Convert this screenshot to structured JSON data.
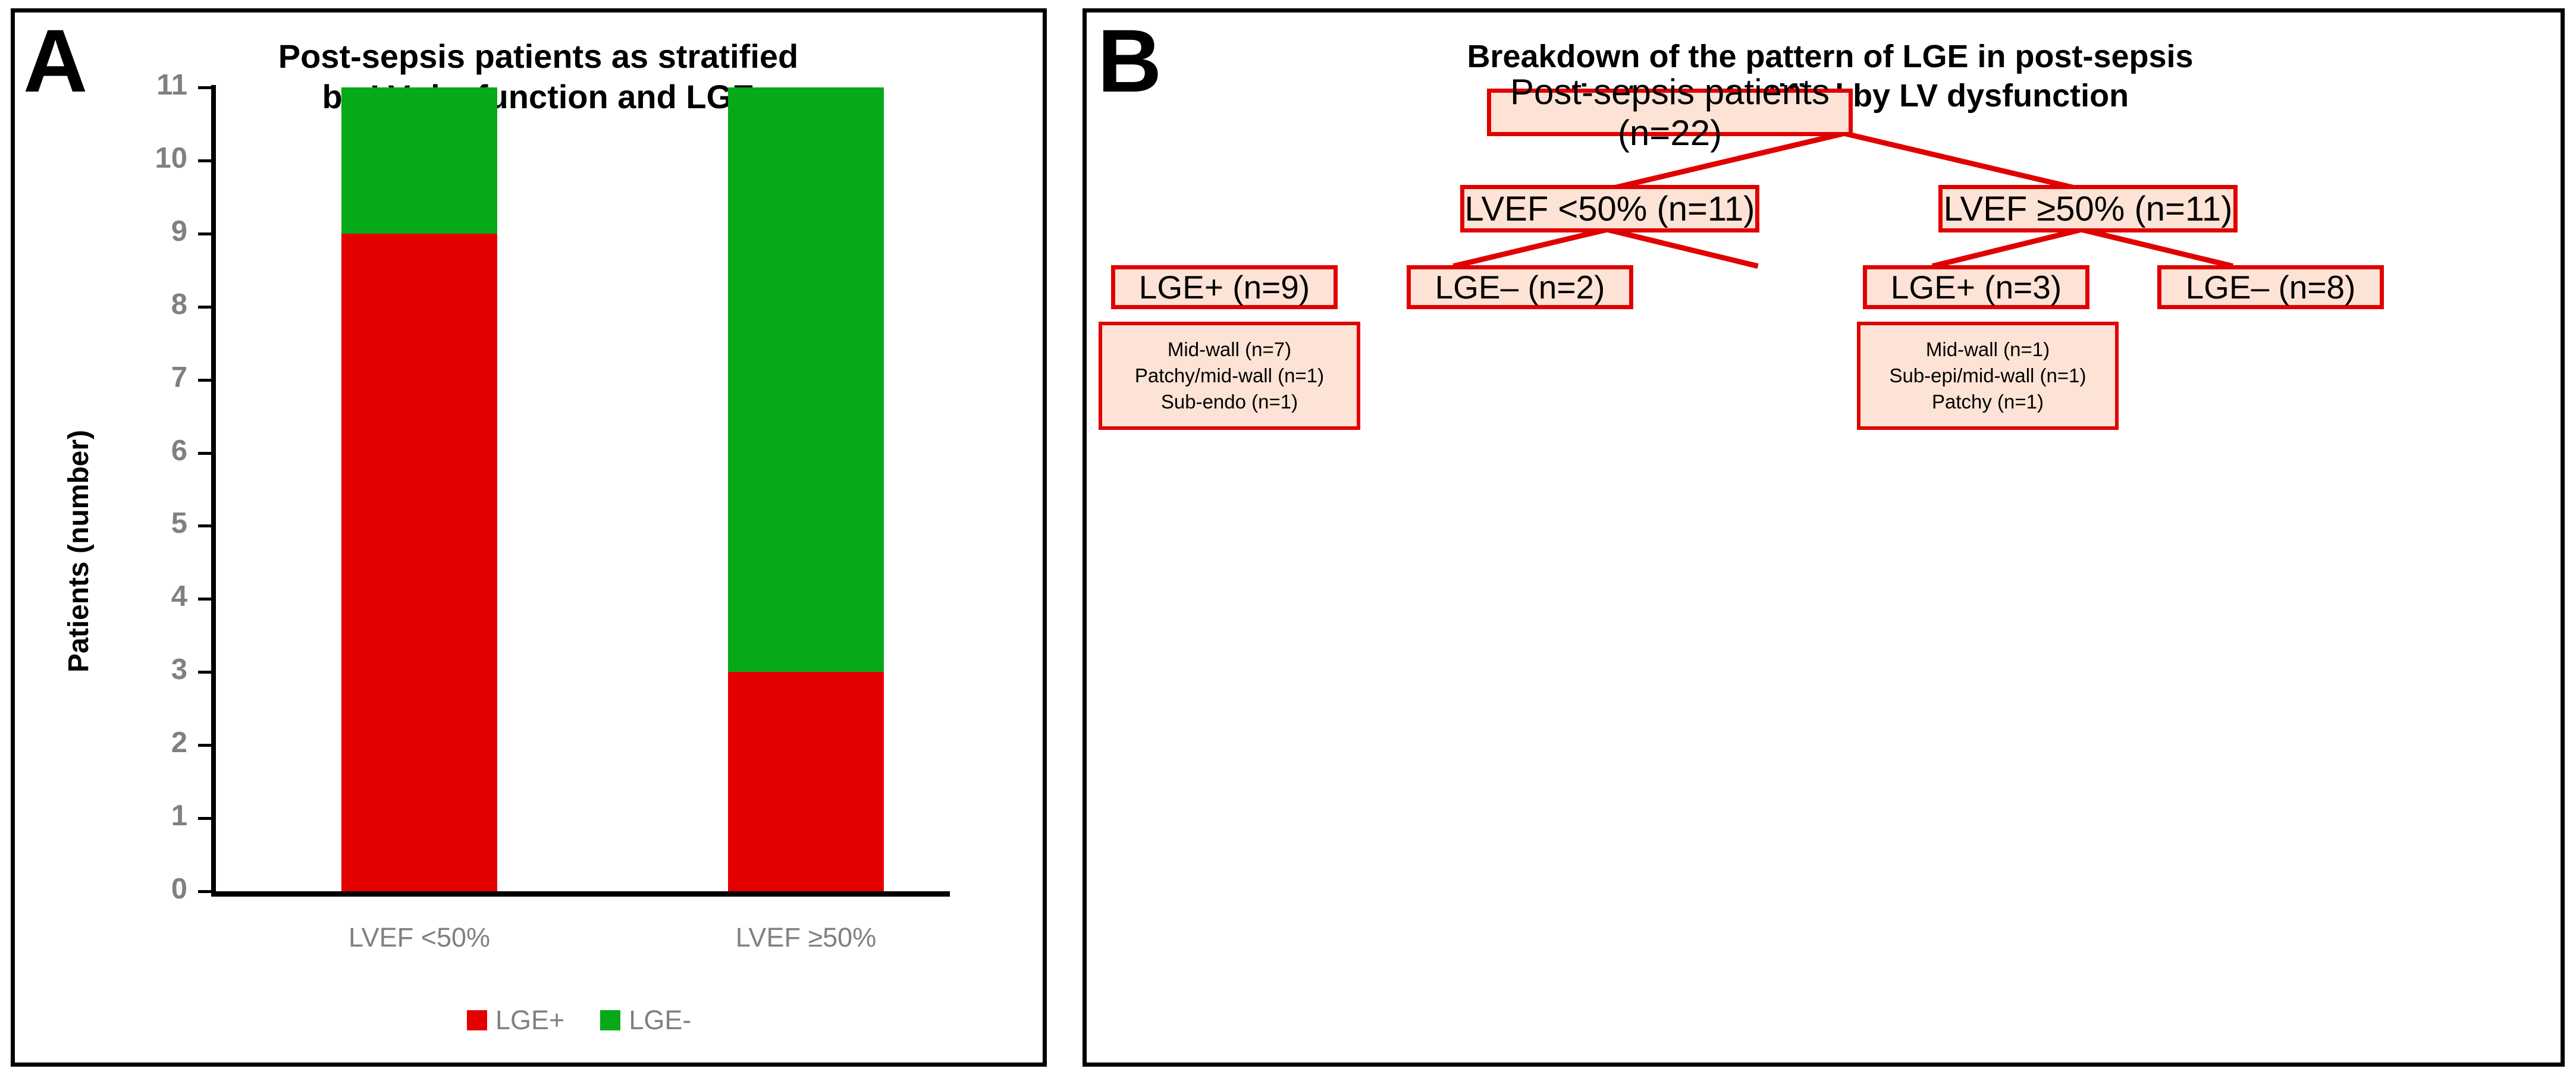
{
  "figure": {
    "panels": [
      {
        "letter": "A",
        "title_line1": "Post-sepsis patients as stratified",
        "title_line2": "by LV dysfunction and LGE"
      },
      {
        "letter": "B",
        "title_line1": "Breakdown of the pattern of LGE in post-sepsis",
        "title_line2": "patients as stratified by LV dysfunction"
      }
    ]
  },
  "colors": {
    "lge_positive": "#E30000",
    "lge_negative": "#06A918",
    "node_fill": "#FDE3D5",
    "node_border": "#E00000",
    "axis": "#000000",
    "tick_text": "#808080"
  },
  "chart_data": {
    "type": "bar",
    "stacked": true,
    "title": "Post-sepsis patients as stratified by LV dysfunction and LGE",
    "xlabel": "",
    "ylabel": "Patients (number)",
    "categories": [
      "LVEF <50%",
      "LVEF ≥50%"
    ],
    "series": [
      {
        "name": "LGE+",
        "color": "#E30000",
        "values": [
          9,
          3
        ]
      },
      {
        "name": "LGE-",
        "color": "#06A918",
        "values": [
          2,
          8
        ]
      }
    ],
    "totals": [
      11,
      11
    ],
    "ylim": [
      0,
      11
    ],
    "ytick_labels": [
      "0",
      "1",
      "2",
      "3",
      "4",
      "5",
      "6",
      "7",
      "8",
      "9",
      "10",
      "11"
    ],
    "grid": false,
    "legend_position": "bottom",
    "legend": [
      "LGE+",
      "LGE-"
    ]
  },
  "tree": {
    "root": {
      "label": "Post-sepsis patients (n=22)"
    },
    "level2": [
      {
        "label": "LVEF <50% (n=11)"
      },
      {
        "label": "LVEF ≥50% (n=11)"
      }
    ],
    "level3": [
      {
        "label": "LGE+ (n=9)"
      },
      {
        "label": "LGE– (n=2)"
      },
      {
        "label": "LGE+ (n=3)"
      },
      {
        "label": "LGE– (n=8)"
      }
    ],
    "details": [
      {
        "lines": [
          "Mid-wall (n=7)",
          "Patchy/mid-wall (n=1)",
          "Sub-endo (n=1)"
        ]
      },
      {
        "lines": [
          "Mid-wall (n=1)",
          "Sub-epi/mid-wall (n=1)",
          "Patchy (n=1)"
        ]
      }
    ]
  }
}
